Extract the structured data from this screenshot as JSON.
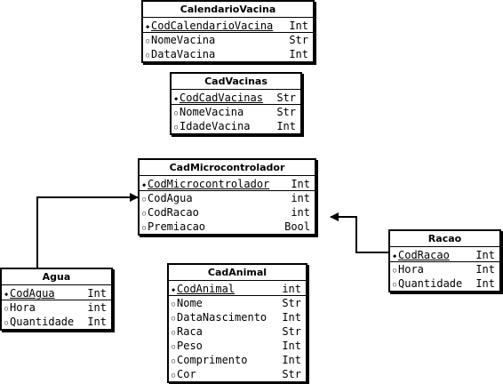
{
  "entities": [
    {
      "id": "calendario-vacina",
      "title": "CalendarioVacina",
      "attributes": [
        {
          "name": "CodCalendarioVacina",
          "type": "Int",
          "key": true
        },
        {
          "name": "NomeVacina",
          "type": "Str",
          "key": false
        },
        {
          "name": "DataVacina",
          "type": "Int",
          "key": false
        }
      ]
    },
    {
      "id": "cad-vacinas",
      "title": "CadVacinas",
      "attributes": [
        {
          "name": "CodCadVacinas",
          "type": "Str",
          "key": true
        },
        {
          "name": "NomeVacina",
          "type": "Str",
          "key": false
        },
        {
          "name": "IdadeVacina",
          "type": "Int",
          "key": false
        }
      ]
    },
    {
      "id": "cad-microcontrolador",
      "title": "CadMicrocontrolador",
      "attributes": [
        {
          "name": "CodMicrocontrolador",
          "type": "Int",
          "key": true
        },
        {
          "name": "CodAgua",
          "type": "int",
          "key": false
        },
        {
          "name": "CodRacao",
          "type": "int",
          "key": false
        },
        {
          "name": "Premiacao",
          "type": "Bool",
          "key": false
        }
      ]
    },
    {
      "id": "racao",
      "title": "Racao",
      "attributes": [
        {
          "name": "CodRacao",
          "type": "Int",
          "key": true
        },
        {
          "name": "Hora",
          "type": "Int",
          "key": false
        },
        {
          "name": "Quantidade",
          "type": "Int",
          "key": false
        }
      ]
    },
    {
      "id": "agua",
      "title": "Agua",
      "attributes": [
        {
          "name": "CodAgua",
          "type": "Int",
          "key": true
        },
        {
          "name": "Hora",
          "type": "int",
          "key": false
        },
        {
          "name": "Quantidade",
          "type": "Int",
          "key": false
        }
      ]
    },
    {
      "id": "cad-animal",
      "title": "CadAnimal",
      "attributes": [
        {
          "name": "CodAnimal",
          "type": "int",
          "key": true
        },
        {
          "name": "Nome",
          "type": "Str",
          "key": false
        },
        {
          "name": "DataNascimento",
          "type": "Int",
          "key": false
        },
        {
          "name": "Raca",
          "type": "Str",
          "key": false
        },
        {
          "name": "Peso",
          "type": "Int",
          "key": false
        },
        {
          "name": "Comprimento",
          "type": "Int",
          "key": false
        },
        {
          "name": "Cor",
          "type": "Str",
          "key": false
        }
      ]
    }
  ],
  "relationships": [
    {
      "from": "agua",
      "to": "cad-microcontrolador"
    },
    {
      "from": "racao",
      "to": "cad-microcontrolador"
    }
  ],
  "markers": {
    "key": "◆",
    "attribute": "○"
  },
  "colors": {
    "line": "#000000",
    "background": "#ffffff",
    "text": "#000000"
  }
}
